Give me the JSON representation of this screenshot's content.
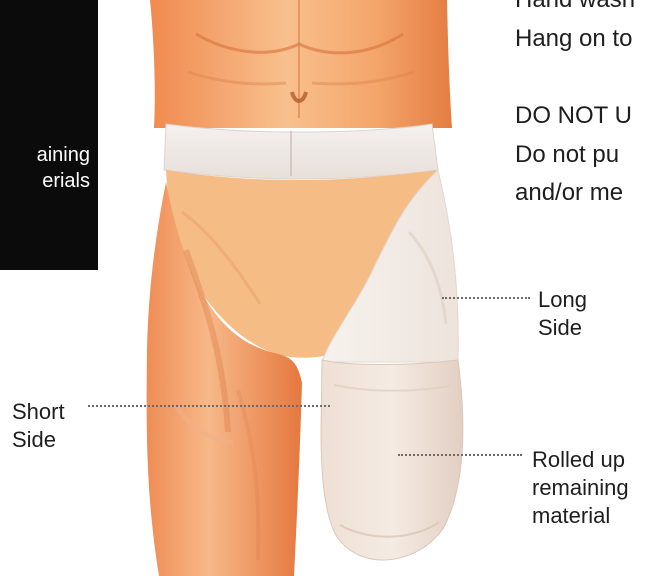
{
  "left_panel": {
    "text": "aining\nerials"
  },
  "care_text": {
    "line1": "Hand wash",
    "line2": "Hang on to",
    "line3": "DO NOT U",
    "line4": "Do not pu",
    "line5": "and/or me"
  },
  "labels": {
    "long_side": [
      "Long",
      "Side"
    ],
    "short_side": [
      "Short",
      "Side"
    ],
    "rolled_up": [
      "Rolled up",
      "remaining",
      "material"
    ]
  },
  "colors": {
    "skin": "#f2a96f",
    "skin_dark": "#d97a42",
    "waistband": "#eee9e6",
    "side_fabric": "#f2ebe6",
    "roll_fabric": "#ead8cc"
  }
}
